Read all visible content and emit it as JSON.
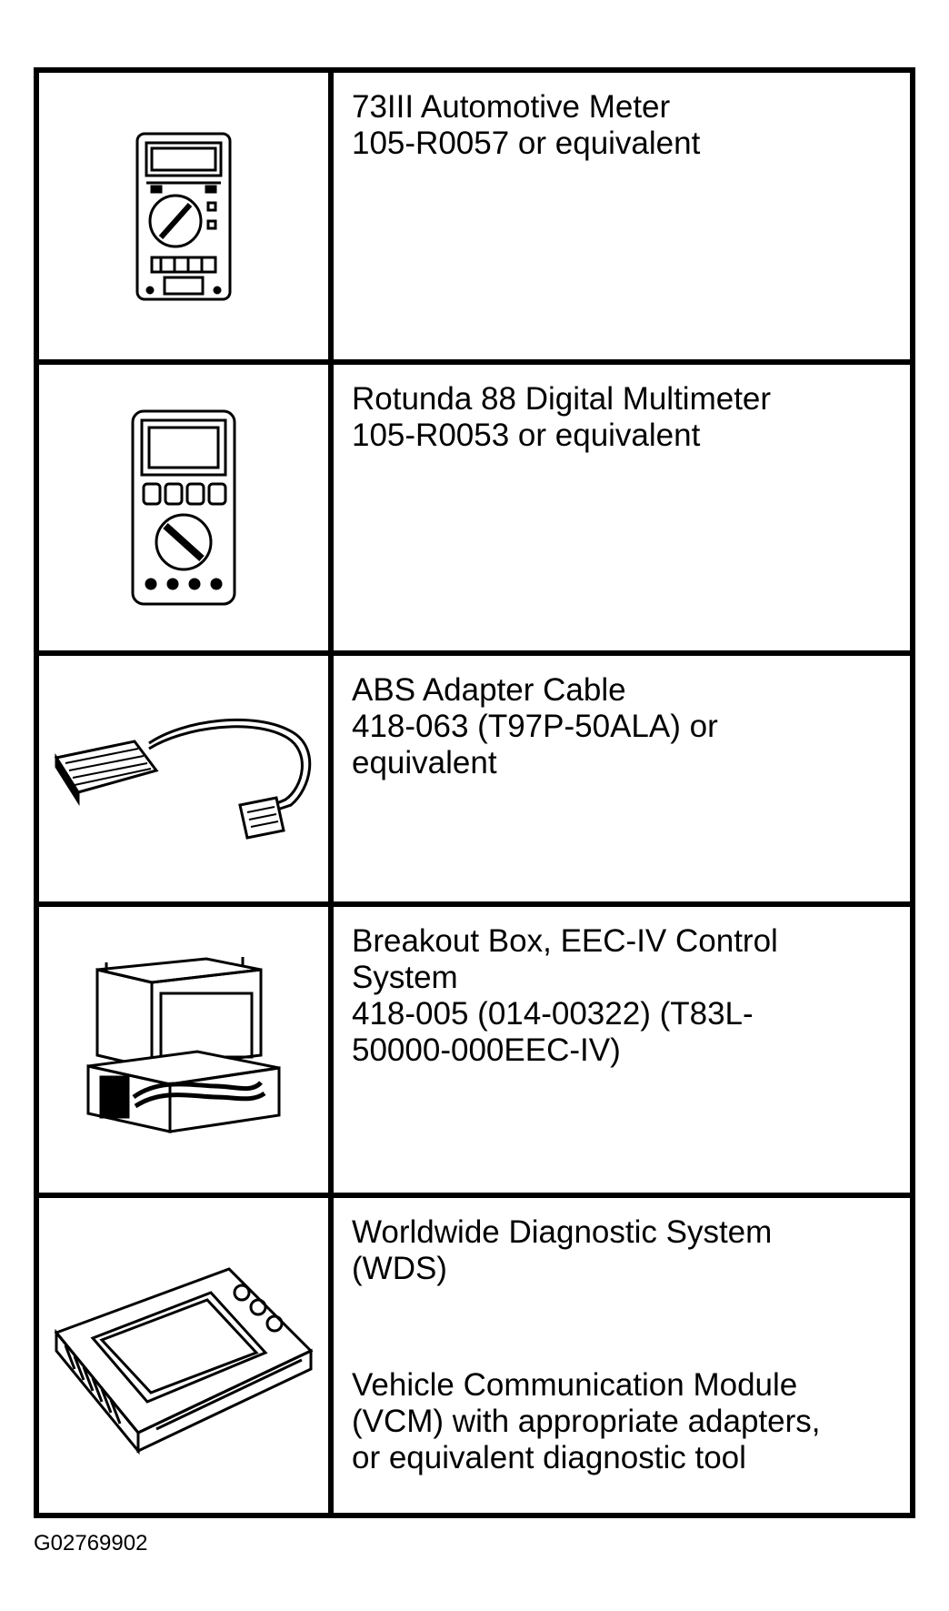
{
  "tools": [
    {
      "illustration": "automotive-meter-icon",
      "lines": [
        "73III Automotive Meter",
        "105-R0057 or equivalent"
      ]
    },
    {
      "illustration": "digital-multimeter-icon",
      "lines": [
        "Rotunda 88 Digital Multimeter",
        "105-R0053 or equivalent"
      ]
    },
    {
      "illustration": "adapter-cable-icon",
      "lines": [
        "ABS Adapter Cable",
        "418-063 (T97P-50ALA) or",
        "equivalent"
      ]
    },
    {
      "illustration": "breakout-box-icon",
      "lines": [
        "Breakout Box, EEC-IV Control",
        "System",
        "418-005 (014-00322) (T83L-",
        "50000-000EEC-IV)"
      ]
    },
    {
      "illustration": "diagnostic-system-icon",
      "lines": [
        "Worldwide Diagnostic System",
        "(WDS)"
      ],
      "lines_bottom": [
        "Vehicle Communication Module",
        "(VCM) with appropriate adapters,",
        "or equivalent diagnostic tool"
      ]
    }
  ],
  "figure_id": "G02769902"
}
